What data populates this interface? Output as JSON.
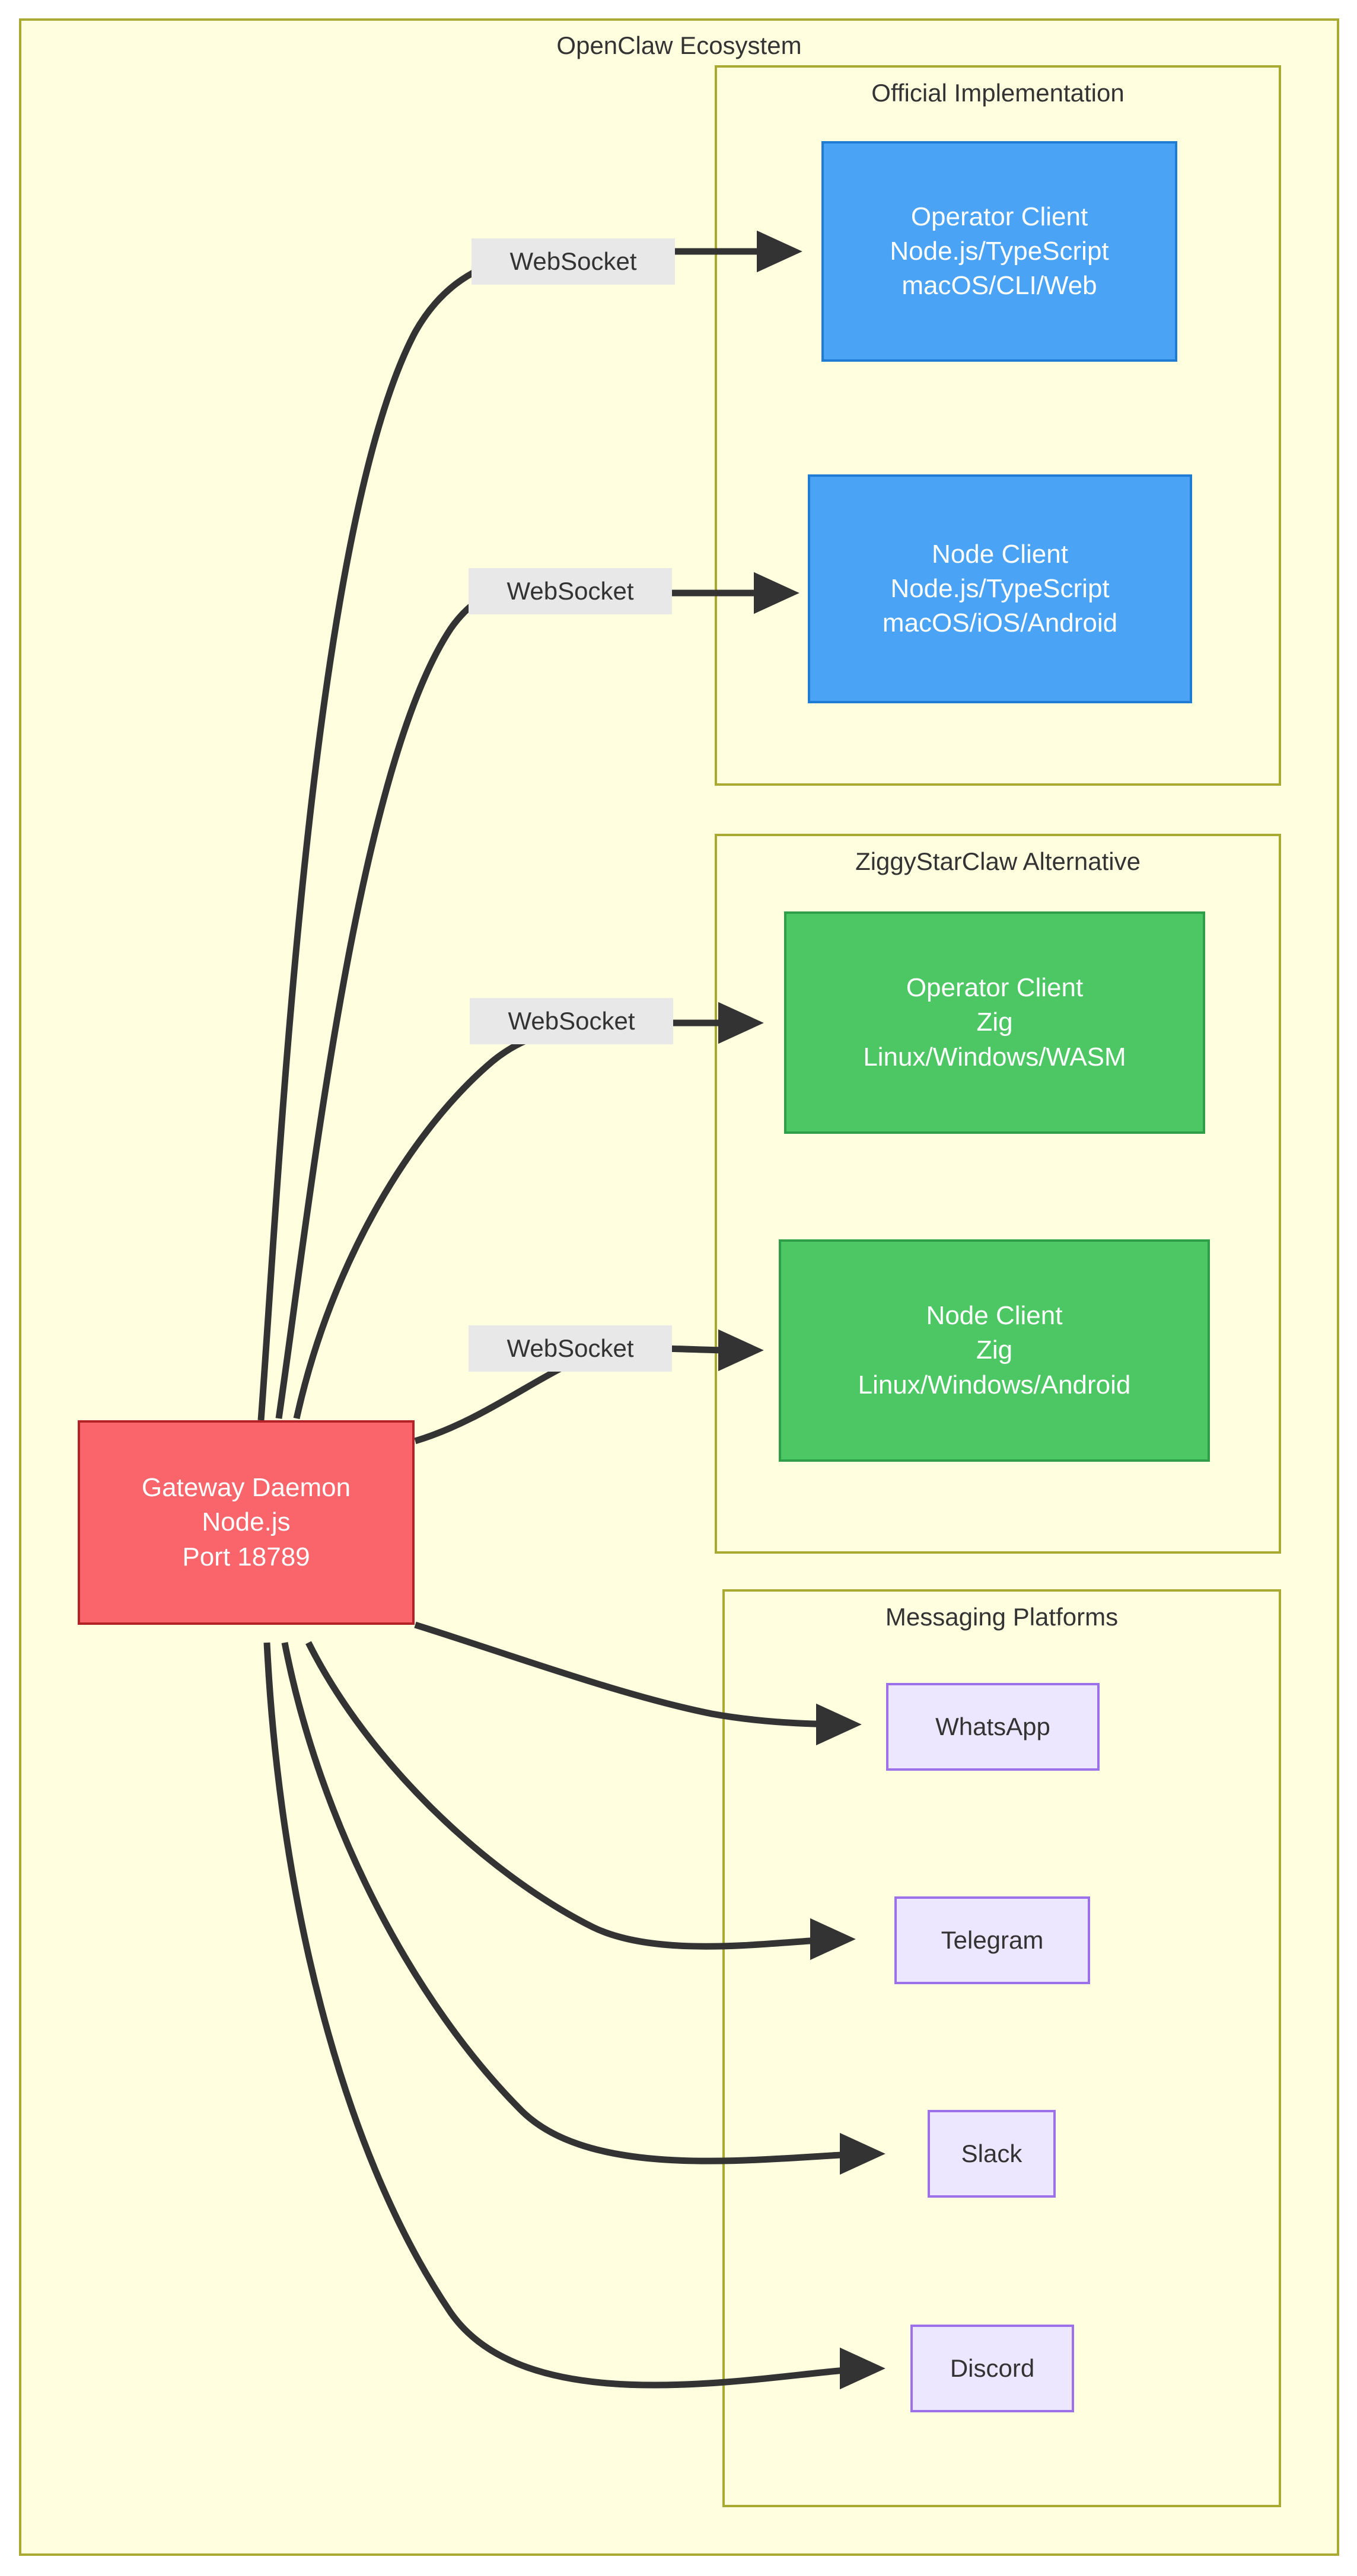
{
  "diagram": {
    "type": "flowchart",
    "title": "OpenClaw Ecosystem",
    "root_cluster_label": "OpenClaw Ecosystem",
    "colors": {
      "cluster_fill": "#ffffe0",
      "cluster_border": "#aaaa33",
      "official_fill": "#4ba3f5",
      "official_border": "#1f7bd4",
      "ziggy_fill": "#4cc764",
      "ziggy_border": "#2e9e48",
      "gateway_fill": "#f9656a",
      "gateway_border": "#b32227",
      "messaging_fill": "#ece7fe",
      "messaging_border": "#9b70e8",
      "edge_stroke": "#333333",
      "edge_label_bg": "#e8e8e8",
      "node_text_light": "#ffffff",
      "node_text_dark": "#333333"
    }
  },
  "clusters": {
    "official": {
      "label": "Official Implementation"
    },
    "ziggy": {
      "label": "ZiggyStarClaw Alternative"
    },
    "messaging": {
      "label": "Messaging Platforms"
    }
  },
  "nodes": {
    "gateway": {
      "lines": [
        "Gateway Daemon",
        "Node.js",
        "Port 18789"
      ],
      "line1": "Gateway Daemon",
      "line2": "Node.js",
      "line3": "Port 18789"
    },
    "official_operator": {
      "line1": "Operator Client",
      "line2": "Node.js/TypeScript",
      "line3": "macOS/CLI/Web"
    },
    "official_node": {
      "line1": "Node Client",
      "line2": "Node.js/TypeScript",
      "line3": "macOS/iOS/Android"
    },
    "ziggy_operator": {
      "line1": "Operator Client",
      "line2": "Zig",
      "line3": "Linux/Windows/WASM"
    },
    "ziggy_node": {
      "line1": "Node Client",
      "line2": "Zig",
      "line3": "Linux/Windows/Android"
    },
    "whatsapp": {
      "label": "WhatsApp"
    },
    "telegram": {
      "label": "Telegram"
    },
    "slack": {
      "label": "Slack"
    },
    "discord": {
      "label": "Discord"
    }
  },
  "edges": [
    {
      "from": "gateway",
      "to": "official_operator",
      "label": "WebSocket"
    },
    {
      "from": "gateway",
      "to": "official_node",
      "label": "WebSocket"
    },
    {
      "from": "gateway",
      "to": "ziggy_operator",
      "label": "WebSocket"
    },
    {
      "from": "gateway",
      "to": "ziggy_node",
      "label": "WebSocket"
    },
    {
      "from": "gateway",
      "to": "whatsapp",
      "label": ""
    },
    {
      "from": "gateway",
      "to": "telegram",
      "label": ""
    },
    {
      "from": "gateway",
      "to": "slack",
      "label": ""
    },
    {
      "from": "gateway",
      "to": "discord",
      "label": ""
    }
  ],
  "edge_labels": {
    "ws1": "WebSocket",
    "ws2": "WebSocket",
    "ws3": "WebSocket",
    "ws4": "WebSocket"
  }
}
